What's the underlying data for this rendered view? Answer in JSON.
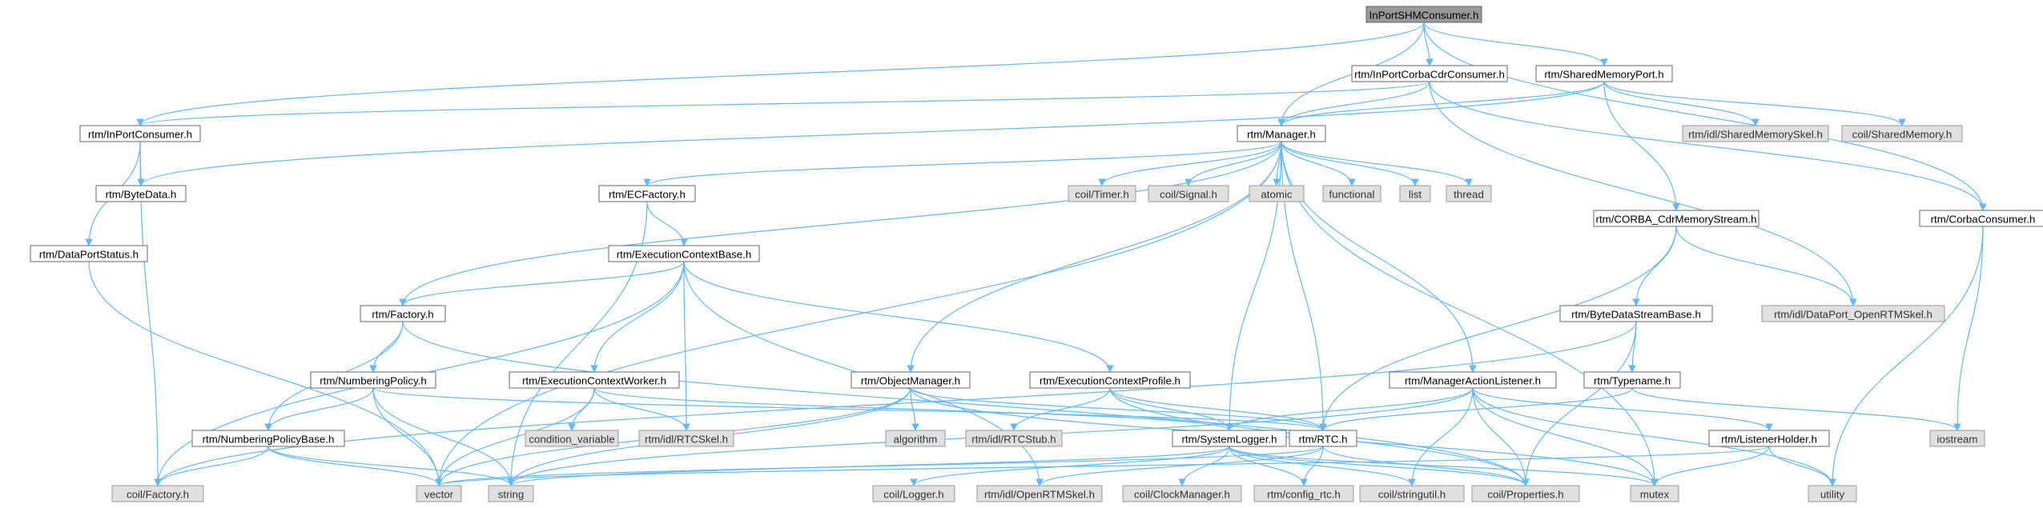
{
  "diagram": {
    "root": "InPortSHMConsumer.h",
    "colors": {
      "edge": "#63b8ff",
      "root_fill": "#999999",
      "internal_fill": "#ffffff",
      "external_fill": "#e0e0e0",
      "border": "#666666"
    },
    "nodes": [
      {
        "id": "inportshm",
        "label": "InPortSHMConsumer.h",
        "kind": "root"
      },
      {
        "id": "inportcorbacdr",
        "label": "rtm/InPortCorbaCdrConsumer.h",
        "kind": "internal"
      },
      {
        "id": "shmport",
        "label": "rtm/SharedMemoryPort.h",
        "kind": "internal"
      },
      {
        "id": "inportconsumer",
        "label": "rtm/InPortConsumer.h",
        "kind": "internal"
      },
      {
        "id": "manager",
        "label": "rtm/Manager.h",
        "kind": "internal"
      },
      {
        "id": "shmskel",
        "label": "rtm/idl/SharedMemorySkel.h",
        "kind": "external"
      },
      {
        "id": "coilshm",
        "label": "coil/SharedMemory.h",
        "kind": "external"
      },
      {
        "id": "bytedata",
        "label": "rtm/ByteData.h",
        "kind": "internal"
      },
      {
        "id": "ecfactory",
        "label": "rtm/ECFactory.h",
        "kind": "internal"
      },
      {
        "id": "timer",
        "label": "coil/Timer.h",
        "kind": "external"
      },
      {
        "id": "signal",
        "label": "coil/Signal.h",
        "kind": "external"
      },
      {
        "id": "atomic",
        "label": "atomic",
        "kind": "external"
      },
      {
        "id": "functional",
        "label": "functional",
        "kind": "external"
      },
      {
        "id": "list",
        "label": "list",
        "kind": "external"
      },
      {
        "id": "thread",
        "label": "thread",
        "kind": "external"
      },
      {
        "id": "dataportstatus",
        "label": "rtm/DataPortStatus.h",
        "kind": "internal"
      },
      {
        "id": "ecbase",
        "label": "rtm/ExecutionContextBase.h",
        "kind": "internal"
      },
      {
        "id": "corbacdrstream",
        "label": "rtm/CORBA_CdrMemoryStream.h",
        "kind": "internal"
      },
      {
        "id": "corbaconsumer",
        "label": "rtm/CorbaConsumer.h",
        "kind": "internal"
      },
      {
        "id": "factory",
        "label": "rtm/Factory.h",
        "kind": "internal"
      },
      {
        "id": "bytedatastreambase",
        "label": "rtm/ByteDataStreamBase.h",
        "kind": "internal"
      },
      {
        "id": "dataportskel",
        "label": "rtm/idl/DataPort_OpenRTMSkel.h",
        "kind": "external"
      },
      {
        "id": "numberingpolicy",
        "label": "rtm/NumberingPolicy.h",
        "kind": "internal"
      },
      {
        "id": "ecworker",
        "label": "rtm/ExecutionContextWorker.h",
        "kind": "internal"
      },
      {
        "id": "objectmanager",
        "label": "rtm/ObjectManager.h",
        "kind": "internal"
      },
      {
        "id": "ecprofile",
        "label": "rtm/ExecutionContextProfile.h",
        "kind": "internal"
      },
      {
        "id": "malistener",
        "label": "rtm/ManagerActionListener.h",
        "kind": "internal"
      },
      {
        "id": "typename",
        "label": "rtm/Typename.h",
        "kind": "internal"
      },
      {
        "id": "numberingpolicybase",
        "label": "rtm/NumberingPolicyBase.h",
        "kind": "internal"
      },
      {
        "id": "condvar",
        "label": "condition_variable",
        "kind": "external"
      },
      {
        "id": "rtcskel",
        "label": "rtm/idl/RTCSkel.h",
        "kind": "external"
      },
      {
        "id": "algorithm",
        "label": "algorithm",
        "kind": "external"
      },
      {
        "id": "rtcstub",
        "label": "rtm/idl/RTCStub.h",
        "kind": "external"
      },
      {
        "id": "systemlogger",
        "label": "rtm/SystemLogger.h",
        "kind": "internal"
      },
      {
        "id": "rtc",
        "label": "rtm/RTC.h",
        "kind": "internal"
      },
      {
        "id": "listenerholder",
        "label": "rtm/ListenerHolder.h",
        "kind": "internal"
      },
      {
        "id": "iostream",
        "label": "iostream",
        "kind": "external"
      },
      {
        "id": "coilfactory",
        "label": "coil/Factory.h",
        "kind": "external"
      },
      {
        "id": "vector",
        "label": "vector",
        "kind": "external"
      },
      {
        "id": "string",
        "label": "string",
        "kind": "external"
      },
      {
        "id": "logger",
        "label": "coil/Logger.h",
        "kind": "external"
      },
      {
        "id": "openrtmskel",
        "label": "rtm/idl/OpenRTMSkel.h",
        "kind": "external"
      },
      {
        "id": "clockmanager",
        "label": "coil/ClockManager.h",
        "kind": "external"
      },
      {
        "id": "configrtc",
        "label": "rtm/config_rtc.h",
        "kind": "external"
      },
      {
        "id": "stringutil",
        "label": "coil/stringutil.h",
        "kind": "external"
      },
      {
        "id": "properties",
        "label": "coil/Properties.h",
        "kind": "external"
      },
      {
        "id": "mutex",
        "label": "mutex",
        "kind": "external"
      },
      {
        "id": "utility",
        "label": "utility",
        "kind": "external"
      }
    ],
    "edges": [
      [
        "inportshm",
        "inportcorbacdr"
      ],
      [
        "inportshm",
        "shmport"
      ],
      [
        "inportshm",
        "inportconsumer"
      ],
      [
        "inportshm",
        "manager"
      ],
      [
        "inportshm",
        "corbaconsumer"
      ],
      [
        "inportcorbacdr",
        "inportconsumer"
      ],
      [
        "inportcorbacdr",
        "manager"
      ],
      [
        "inportcorbacdr",
        "dataportskel"
      ],
      [
        "inportcorbacdr",
        "corbaconsumer"
      ],
      [
        "shmport",
        "manager"
      ],
      [
        "shmport",
        "shmskel"
      ],
      [
        "shmport",
        "coilshm"
      ],
      [
        "shmport",
        "bytedata"
      ],
      [
        "shmport",
        "corbacdrstream"
      ],
      [
        "inportconsumer",
        "bytedata"
      ],
      [
        "inportconsumer",
        "dataportstatus"
      ],
      [
        "inportconsumer",
        "coilfactory"
      ],
      [
        "manager",
        "ecfactory"
      ],
      [
        "manager",
        "timer"
      ],
      [
        "manager",
        "signal"
      ],
      [
        "manager",
        "atomic"
      ],
      [
        "manager",
        "functional"
      ],
      [
        "manager",
        "list"
      ],
      [
        "manager",
        "thread"
      ],
      [
        "manager",
        "factory"
      ],
      [
        "manager",
        "objectmanager"
      ],
      [
        "manager",
        "malistener"
      ],
      [
        "manager",
        "systemlogger"
      ],
      [
        "manager",
        "rtc"
      ],
      [
        "manager",
        "vector"
      ],
      [
        "manager",
        "mutex"
      ],
      [
        "dataportstatus",
        "vector"
      ],
      [
        "ecfactory",
        "ecbase"
      ],
      [
        "ecfactory",
        "string"
      ],
      [
        "ecbase",
        "factory"
      ],
      [
        "ecbase",
        "ecworker"
      ],
      [
        "ecbase",
        "ecprofile"
      ],
      [
        "ecbase",
        "rtcskel"
      ],
      [
        "ecbase",
        "openrtmskel"
      ],
      [
        "ecbase",
        "coilfactory"
      ],
      [
        "corbacdrstream",
        "bytedatastreambase"
      ],
      [
        "corbacdrstream",
        "dataportskel"
      ],
      [
        "corbacdrstream",
        "rtc"
      ],
      [
        "corbaconsumer",
        "iostream"
      ],
      [
        "corbaconsumer",
        "utility"
      ],
      [
        "factory",
        "numberingpolicy"
      ],
      [
        "factory",
        "numberingpolicybase"
      ],
      [
        "factory",
        "properties"
      ],
      [
        "bytedatastreambase",
        "typename"
      ],
      [
        "bytedatastreambase",
        "coilfactory"
      ],
      [
        "bytedatastreambase",
        "properties"
      ],
      [
        "numberingpolicy",
        "numberingpolicybase"
      ],
      [
        "numberingpolicy",
        "vector"
      ],
      [
        "numberingpolicy",
        "string"
      ],
      [
        "numberingpolicy",
        "rtc"
      ],
      [
        "ecworker",
        "condvar"
      ],
      [
        "ecworker",
        "rtcskel"
      ],
      [
        "ecworker",
        "systemlogger"
      ],
      [
        "ecworker",
        "vector"
      ],
      [
        "objectmanager",
        "algorithm"
      ],
      [
        "objectmanager",
        "vector"
      ],
      [
        "objectmanager",
        "string"
      ],
      [
        "objectmanager",
        "rtc"
      ],
      [
        "objectmanager",
        "mutex"
      ],
      [
        "ecprofile",
        "rtcstub"
      ],
      [
        "ecprofile",
        "systemlogger"
      ],
      [
        "ecprofile",
        "rtc"
      ],
      [
        "ecprofile",
        "properties"
      ],
      [
        "malistener",
        "listenerholder"
      ],
      [
        "malistener",
        "systemlogger"
      ],
      [
        "malistener",
        "stringutil"
      ],
      [
        "malistener",
        "properties"
      ],
      [
        "malistener",
        "mutex"
      ],
      [
        "malistener",
        "utility"
      ],
      [
        "malistener",
        "string"
      ],
      [
        "typename",
        "rtc"
      ],
      [
        "typename",
        "iostream"
      ],
      [
        "numberingpolicybase",
        "coilfactory"
      ],
      [
        "numberingpolicybase",
        "vector"
      ],
      [
        "numberingpolicybase",
        "string"
      ],
      [
        "systemlogger",
        "logger"
      ],
      [
        "systemlogger",
        "clockmanager"
      ],
      [
        "systemlogger",
        "configrtc"
      ],
      [
        "systemlogger",
        "stringutil"
      ],
      [
        "systemlogger",
        "properties"
      ],
      [
        "systemlogger",
        "mutex"
      ],
      [
        "systemlogger",
        "string"
      ],
      [
        "rtc",
        "openrtmskel"
      ],
      [
        "rtc",
        "configrtc"
      ],
      [
        "rtc",
        "properties"
      ],
      [
        "rtc",
        "vector"
      ],
      [
        "listenerholder",
        "mutex"
      ],
      [
        "listenerholder",
        "utility"
      ],
      [
        "listenerholder",
        "vector"
      ]
    ]
  }
}
